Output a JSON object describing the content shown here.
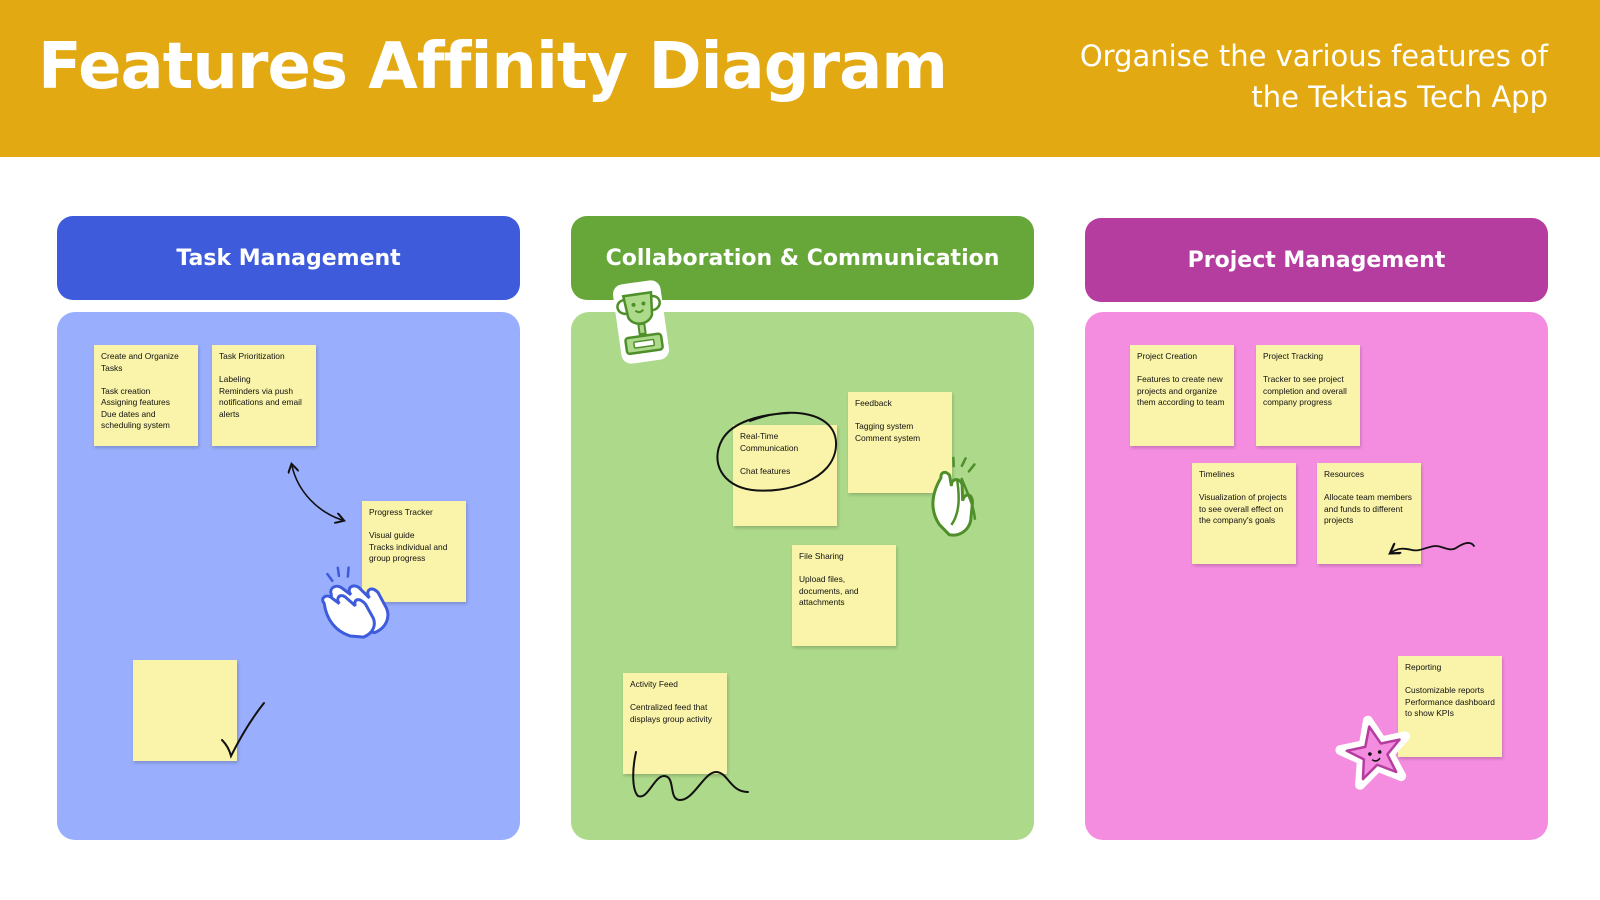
{
  "header": {
    "title": "Features Affinity Diagram",
    "subtitle": "Organise the various features of the Tektias Tech App",
    "background": "#E2A912"
  },
  "columns": [
    {
      "label": "Task Management",
      "header_color": "#3D5BDB",
      "panel_color": "#99AEFC",
      "notes": [
        {
          "title": "Create and Organize Tasks",
          "body": "Task creation\nAssigning features\nDue dates and scheduling system"
        },
        {
          "title": "Task Prioritization",
          "body": "Labeling\nReminders via push notifications and email alerts"
        },
        {
          "title": "Progress Tracker",
          "body": "Visual guide\nTracks individual and group progress"
        },
        {
          "title": "",
          "body": ""
        }
      ],
      "stickers": [
        "clapping-hands-icon",
        "checkmark-icon",
        "double-arrow-icon"
      ]
    },
    {
      "label": "Collaboration & Communication",
      "header_color": "#67A73A",
      "panel_color": "#ADD98A",
      "notes": [
        {
          "title": "Real-Time Communication",
          "body": "Chat features"
        },
        {
          "title": "Feedback",
          "body": "Tagging system\nComment system"
        },
        {
          "title": "File Sharing",
          "body": "Upload files, documents, and attachments"
        },
        {
          "title": "Activity Feed",
          "body": "Centralized feed that displays group activity"
        }
      ],
      "stickers": [
        "trophy-icon",
        "high-five-icon",
        "circle-scribble",
        "signature-scribble"
      ]
    },
    {
      "label": "Project Management",
      "header_color": "#B53DA0",
      "panel_color": "#F48DE0",
      "notes": [
        {
          "title": "Project Creation",
          "body": "Features to create new projects and organize them according to team"
        },
        {
          "title": "Project Tracking",
          "body": "Tracker to see project completion and overall company progress"
        },
        {
          "title": "Timelines",
          "body": "Visualization of  projects to see overall effect on the company's goals"
        },
        {
          "title": "Resources",
          "body": "Allocate team members and funds to different projects"
        },
        {
          "title": "Reporting",
          "body": "Customizable reports\nPerformance dashboard to show KPIs"
        }
      ],
      "stickers": [
        "star-face-icon",
        "squiggle-arrow-icon"
      ]
    }
  ]
}
